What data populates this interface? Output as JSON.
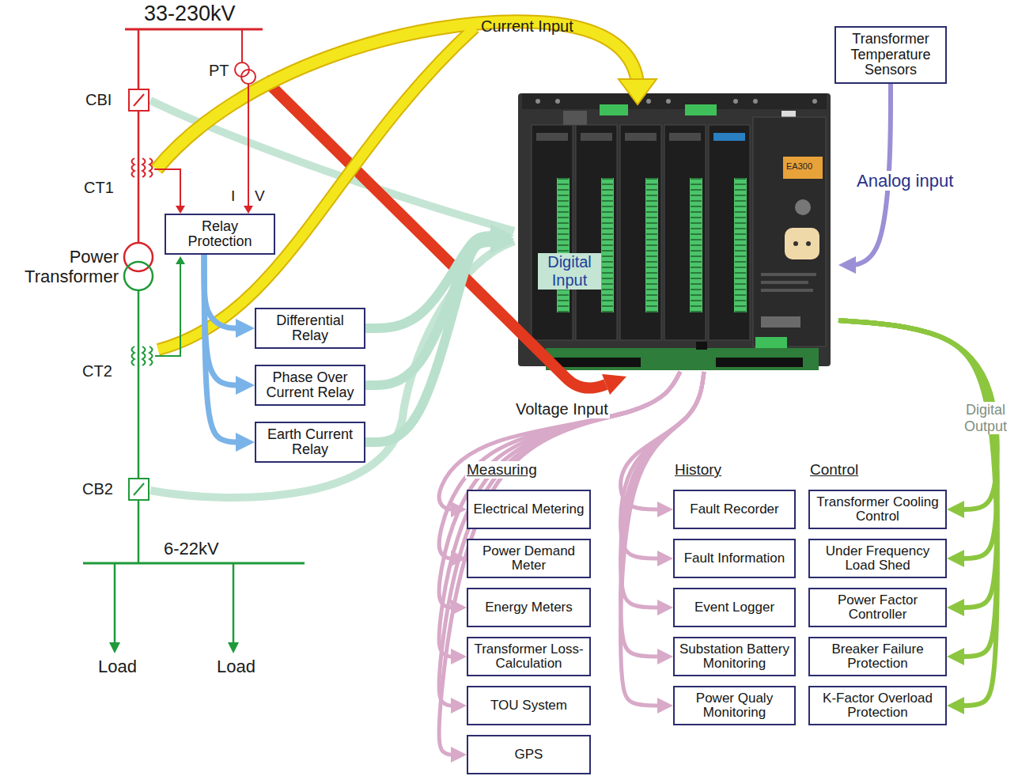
{
  "diagram": {
    "nodes": [
      {
        "text": [
          "Transformer Temperature Sensors"
        ]
      },
      {
        "text": [
          "EA300"
        ]
      },
      {
        "text": [
          "Relay Protection"
        ]
      },
      {
        "text": [
          "Differential Relay"
        ]
      },
      {
        "text": [
          "Phase Over Current Relay"
        ]
      },
      {
        "text": [
          "Earth Current Relay"
        ]
      },
      {
        "text": [
          "Electrical Metering"
        ]
      },
      {
        "text": [
          "Power Demand Meter"
        ]
      },
      {
        "text": [
          "Energy Meters"
        ]
      },
      {
        "text": [
          "Transformer Loss-Calculation"
        ]
      },
      {
        "text": [
          "TOU System"
        ]
      },
      {
        "text": [
          "GPS"
        ]
      },
      {
        "text": [
          "Fault Recorder"
        ]
      },
      {
        "text": [
          "Fault Information"
        ]
      },
      {
        "text": [
          "Event Logger"
        ]
      },
      {
        "text": [
          "Substation Battery Monitoring"
        ]
      },
      {
        "text": [
          "Power Qualy Monitoring"
        ]
      },
      {
        "text": [
          "Transformer Cooling Control"
        ]
      },
      {
        "text": [
          "Under Frequency Load Shed"
        ]
      },
      {
        "text": [
          "Power Factor Controller"
        ]
      },
      {
        "text": [
          "Breaker Failure Protection"
        ]
      },
      {
        "text": [
          "K-Factor Overload Protection"
        ]
      }
    ],
    "edges": [
      {
        "from": 0,
        "to": 1,
        "label": "Analog input",
        "arrow": "to"
      },
      {
        "from": 2,
        "to": 3,
        "arrow": "to"
      },
      {
        "from": 2,
        "to": 4,
        "arrow": "to"
      },
      {
        "from": 2,
        "to": 5,
        "arrow": "to"
      },
      {
        "from": 3,
        "to": 1,
        "arrow": "to"
      },
      {
        "from": 4,
        "to": 1,
        "arrow": "to"
      },
      {
        "from": 5,
        "to": 1,
        "arrow": "to"
      },
      {
        "from": 1,
        "to": 6,
        "arrow": "to"
      },
      {
        "from": 1,
        "to": 7,
        "arrow": "to"
      },
      {
        "from": 1,
        "to": 8,
        "arrow": "to"
      },
      {
        "from": 1,
        "to": 9,
        "arrow": "to"
      },
      {
        "from": 1,
        "to": 10,
        "arrow": "to"
      },
      {
        "from": 1,
        "to": 11,
        "arrow": "to"
      },
      {
        "from": 1,
        "to": 12,
        "arrow": "to"
      },
      {
        "from": 1,
        "to": 13,
        "arrow": "to"
      },
      {
        "from": 1,
        "to": 14,
        "arrow": "to"
      },
      {
        "from": 1,
        "to": 15,
        "arrow": "to"
      },
      {
        "from": 1,
        "to": 16,
        "arrow": "to"
      },
      {
        "from": 1,
        "to": 17,
        "arrow": "to"
      },
      {
        "from": 1,
        "to": 18,
        "arrow": "to"
      },
      {
        "from": 1,
        "to": 19,
        "arrow": "to"
      },
      {
        "from": 1,
        "to": 20,
        "arrow": "to"
      },
      {
        "from": 1,
        "to": 21,
        "arrow": "to"
      }
    ],
    "labels": [
      "33-230kV",
      "PT",
      "CBI",
      "CT1",
      "I",
      "V",
      "Power Transformer",
      "CT2",
      "CB2",
      "6-22kV",
      "Load",
      "Load",
      "Current Input",
      "Voltage Input",
      "Digital Input",
      "Digital Output",
      "Measuring",
      "History",
      "Control"
    ]
  }
}
